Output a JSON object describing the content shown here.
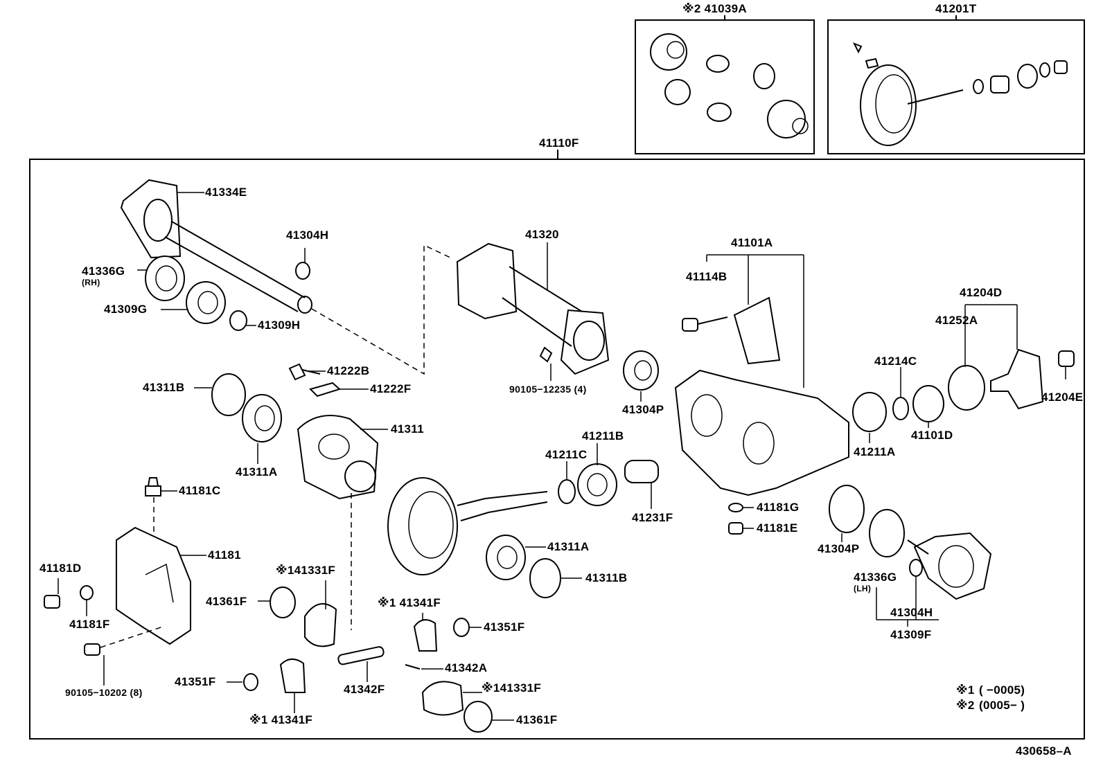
{
  "diagram_code": "430658–A",
  "box_labels": {
    "kit_top_left": "※2 41039A",
    "kit_top_right": "41201T",
    "main_assembly": "41110F"
  },
  "notes": [
    {
      "mark": "※1",
      "range": "(        −0005)"
    },
    {
      "mark": "※2",
      "range": "(0005−        )"
    }
  ],
  "parts": {
    "p41334E": "41334E",
    "p41304H_top": "41304H",
    "p41336G_rh": "41336G",
    "p41336G_rh_note": "(RH)",
    "p41309G": "41309G",
    "p41309H": "41309H",
    "p41320": "41320",
    "p41101A": "41101A",
    "p41114B": "41114B",
    "p41204D": "41204D",
    "p41252A": "41252A",
    "p41214C": "41214C",
    "p41204E": "41204E",
    "p41222B": "41222B",
    "p41222F": "41222F",
    "p41311B_left": "41311B",
    "p90105_12235": "90105−12235 (4)",
    "p41304P_upper": "41304P",
    "p41311": "41311",
    "p41211B": "41211B",
    "p41211C": "41211C",
    "p41311A_left": "41311A",
    "p41181C": "41181C",
    "p41211A": "41211A",
    "p41101D": "41101D",
    "p41231F": "41231F",
    "p41181G": "41181G",
    "p41181E": "41181E",
    "p41304P_lower": "41304P",
    "p41311A_right": "41311A",
    "p41181": "41181",
    "p41181D": "41181D",
    "p41331F_upper": "※141331F",
    "p41311B_right": "41311B",
    "p41336G_lh": "41336G",
    "p41336G_lh_note": "(LH)",
    "p41361F_left": "41361F",
    "p41341F_mid": "※1 41341F",
    "p41181F": "41181F",
    "p41351F_right": "41351F",
    "p41304H_bottom": "41304H",
    "p41309F": "41309F",
    "p90105_10202": "90105−10202 (8)",
    "p41342A": "41342A",
    "p41351F_left": "41351F",
    "p41342F": "41342F",
    "p41331F_lower": "※141331F",
    "p41341F_bottom": "※1 41341F",
    "p41361F_right": "41361F"
  }
}
